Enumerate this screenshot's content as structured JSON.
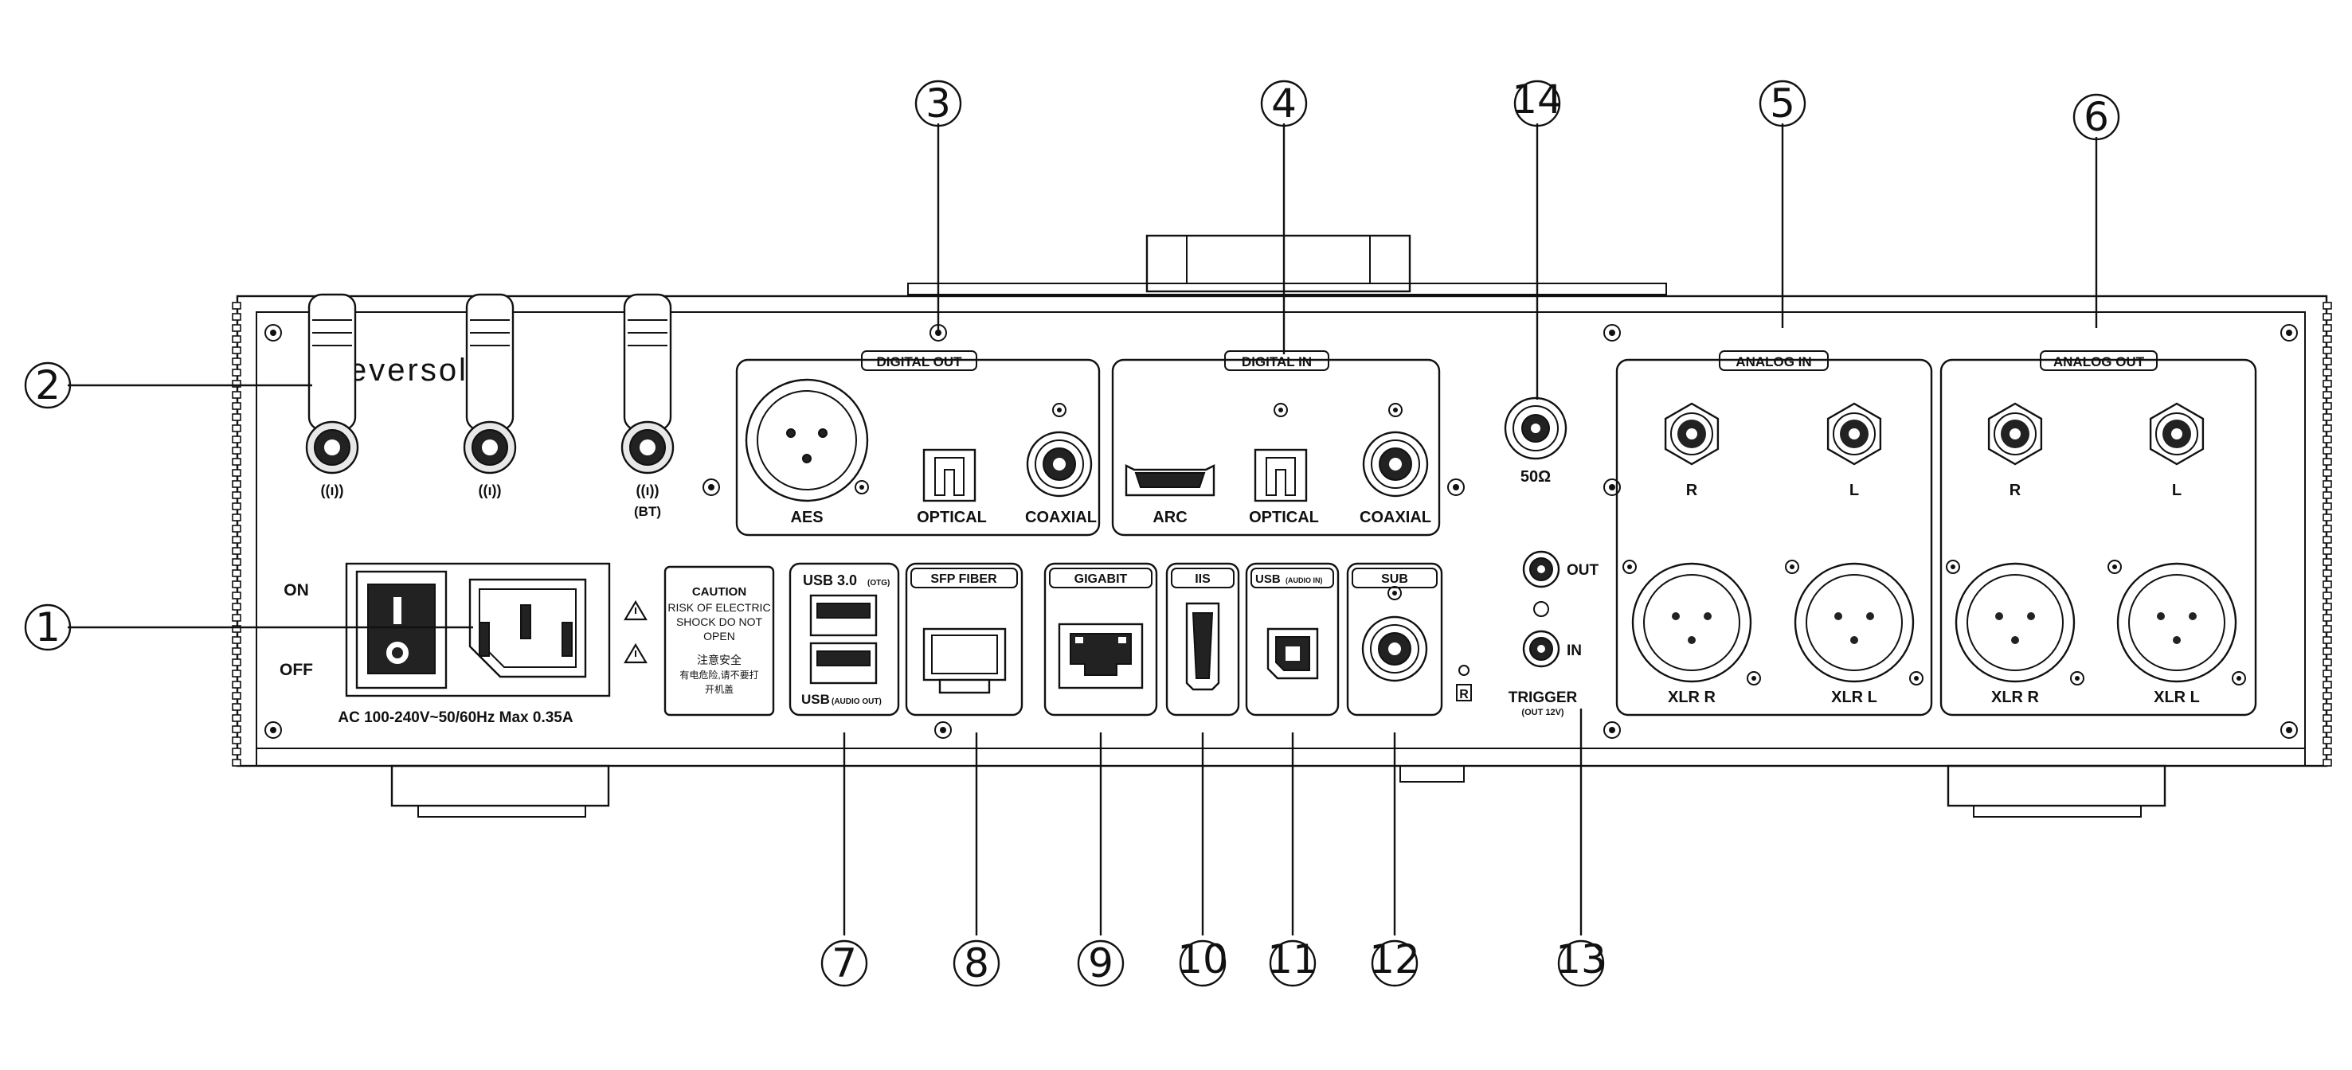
{
  "brand": "eversolo",
  "callouts": {
    "c1": "1",
    "c2": "2",
    "c3": "3",
    "c4": "4",
    "c5": "5",
    "c6": "6",
    "c7": "7",
    "c8": "8",
    "c9": "9",
    "c10": "10",
    "c11": "11",
    "c12": "12",
    "c13": "13",
    "c14": "14"
  },
  "power": {
    "on": "ON",
    "off": "OFF",
    "rating": "AC 100-240V~50/60Hz Max 0.35A"
  },
  "antennas": {
    "bt": "(BT)"
  },
  "caution": {
    "l1": "CAUTION",
    "l2": "RISK OF ELECTRIC",
    "l3": "SHOCK DO NOT",
    "l4": "OPEN",
    "l5": "注意安全",
    "l6": "有电危险,请不要打",
    "l7": "开机盖"
  },
  "digital_out": {
    "title": "DIGITAL OUT",
    "aes": "AES",
    "optical": "OPTICAL",
    "coaxial": "COAXIAL"
  },
  "digital_in": {
    "title": "DIGITAL IN",
    "arc": "ARC",
    "optical": "OPTICAL",
    "coaxial": "COAXIAL"
  },
  "bnc": {
    "label": "50Ω"
  },
  "trigger": {
    "out": "OUT",
    "in": "IN",
    "title": "TRIGGER",
    "sub": "(OUT 12V)"
  },
  "analog_in": {
    "title": "ANALOG IN",
    "r": "R",
    "l": "L",
    "xlr_r": "XLR R",
    "xlr_l": "XLR L"
  },
  "analog_out": {
    "title": "ANALOG OUT",
    "r": "R",
    "l": "L",
    "xlr_r": "XLR R",
    "xlr_l": "XLR L"
  },
  "ports": {
    "usb3": "USB 3.0",
    "otg": "(OTG)",
    "usb_out": "USB",
    "usb_out_sub": "(AUDIO OUT)",
    "sfp": "SFP FIBER",
    "gigabit": "GIGABIT",
    "iis": "IIS",
    "usb_in": "USB",
    "usb_in_sub": "(AUDIO IN)",
    "sub": "SUB",
    "r_mark": "R"
  }
}
